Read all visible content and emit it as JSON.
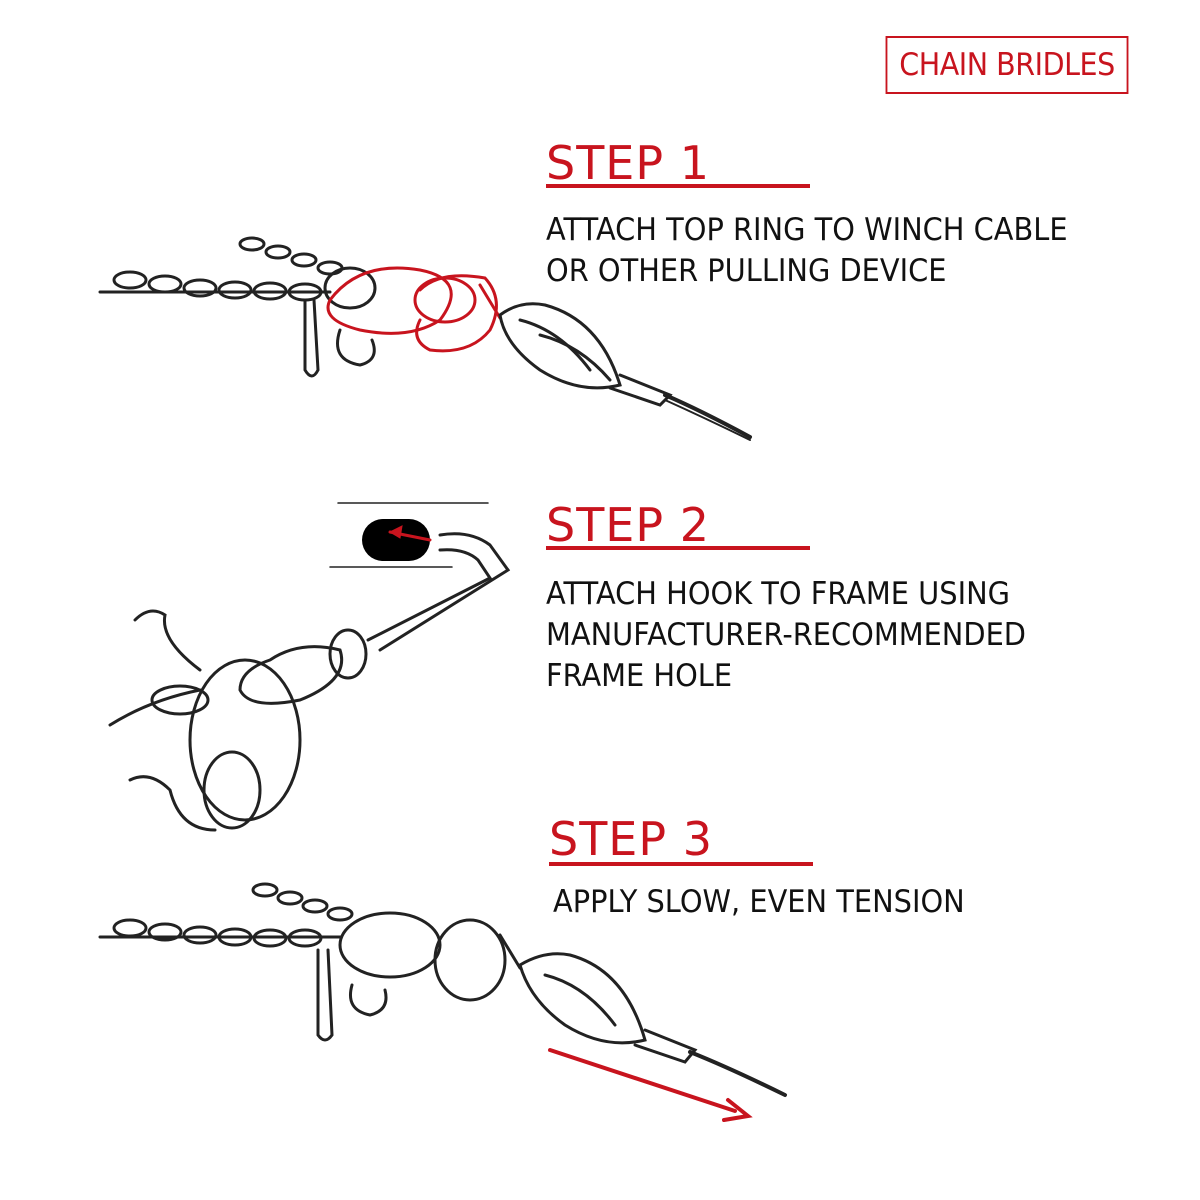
{
  "badge": {
    "label": "CHAIN BRIDLES"
  },
  "steps": [
    {
      "title": "STEP 1",
      "lines": [
        "ATTACH TOP RING TO WINCH CABLE",
        "OR OTHER PULLING DEVICE"
      ]
    },
    {
      "title": "STEP 2",
      "lines": [
        "ATTACH HOOK TO FRAME USING",
        "MANUFACTURER-RECOMMENDED",
        "FRAME HOLE"
      ]
    },
    {
      "title": "STEP 3",
      "lines": [
        "APPLY SLOW, EVEN TENSION"
      ]
    }
  ],
  "colors": {
    "accent": "#c8141e",
    "ink": "#111111"
  },
  "icons": [
    "chain-bridle-winch-illustration",
    "frame-hook-illustration",
    "tension-arrow-icon"
  ]
}
